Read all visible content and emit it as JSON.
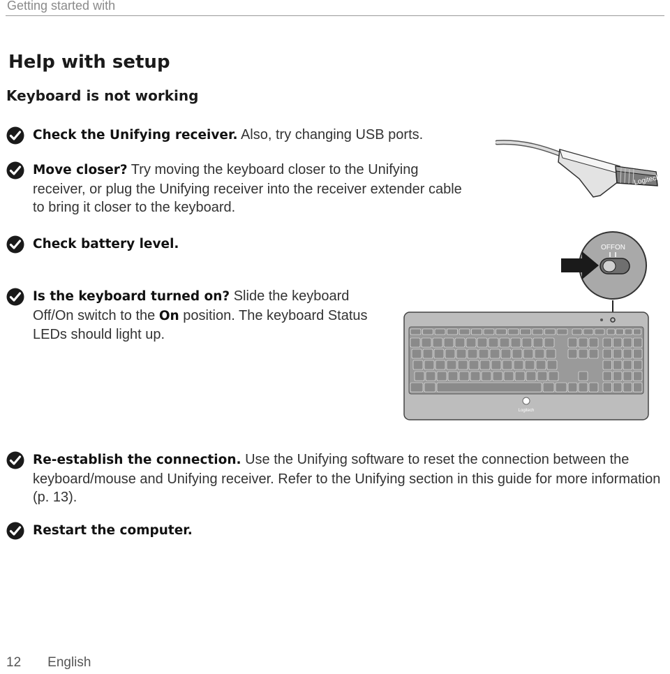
{
  "header": {
    "running_title": "Getting started with"
  },
  "title": "Help with setup",
  "subtitle": "Keyboard is not working",
  "items": [
    {
      "bold": "Check the Unifying receiver.",
      "text": " Also, try changing USB ports."
    },
    {
      "bold": "Move closer?",
      "text": " Try moving the keyboard closer to the Unifying receiver, or plug the Unifying receiver into the receiver extender cable to bring it closer to the keyboard."
    },
    {
      "bold": "Check battery level.",
      "text": ""
    },
    {
      "bold": "Is the keyboard turned on?",
      "text_a": " Slide the keyboard Off/On switch to the ",
      "bold_b": "On",
      "text_b": " position. The keyboard Status LEDs should light up."
    },
    {
      "bold": "Re-establish the connection.",
      "text": " Use the Unifying software to reset the connection between the keyboard/mouse and Unifying receiver. Refer to the Unifying section in this guide for more information (p. 13)."
    },
    {
      "bold": "Restart the computer.",
      "text": ""
    }
  ],
  "illustrations": {
    "receiver_brand": "Logitech",
    "switch_labels": {
      "off": "OFF",
      "on": "ON"
    },
    "keyboard_brand": "Logitech"
  },
  "footer": {
    "page_number": "12",
    "language": "English"
  },
  "icons": {
    "check": "checkmark-circle-icon",
    "arrow": "arrow-right-icon"
  },
  "colors": {
    "text": "#1a1a1a",
    "check_fill": "#1a1a1a",
    "header_text": "#8a8a8a"
  }
}
